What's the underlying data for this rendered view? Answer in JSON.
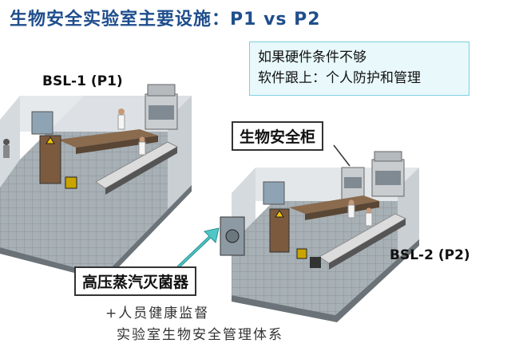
{
  "title": "生物安全实验室主要设施：P1 vs P2",
  "note_box": {
    "line1": "如果硬件条件不够",
    "line2": "软件跟上：个人防护和管理"
  },
  "labs": {
    "bsl1": "BSL-1 (P1)",
    "bsl2": "BSL-2 (P2)"
  },
  "callouts": {
    "biosafety_cabinet": "生物安全柜",
    "autoclave": "高压蒸汽灭菌器"
  },
  "handwritten": {
    "line1": "+人员健康监督",
    "line2": "实验室生物安全管理体系"
  },
  "colors": {
    "title": "#1f4e8c",
    "arrow": "#4fc7c7",
    "floor": "#9aa3a8",
    "wall": "#d8dde0"
  }
}
